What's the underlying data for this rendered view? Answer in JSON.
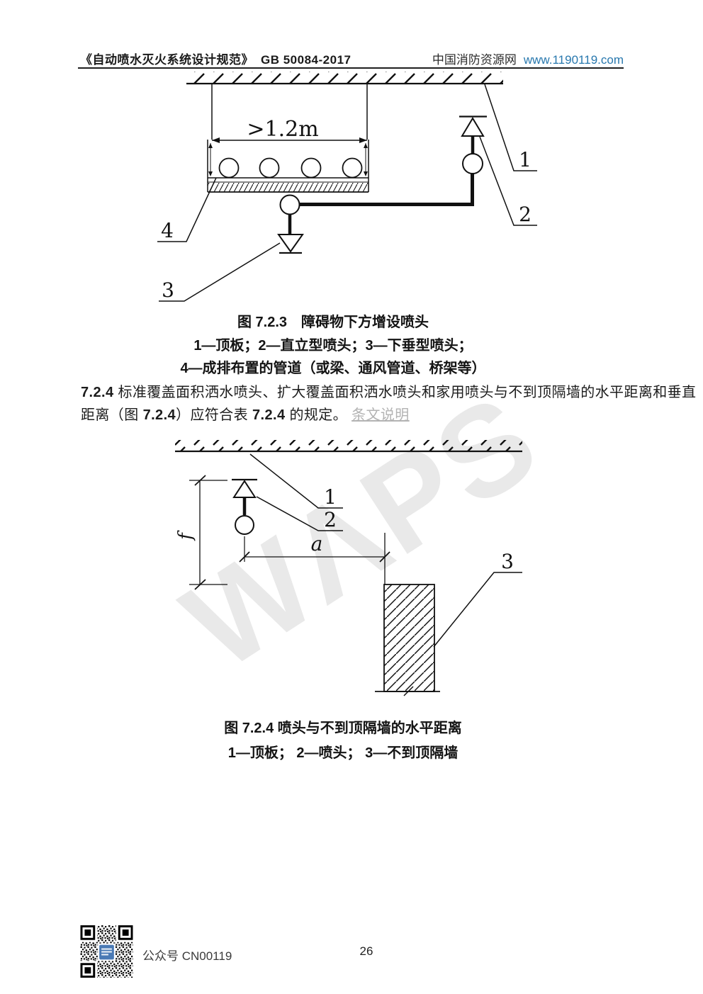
{
  "header": {
    "title_book": "《自动喷水灭火系统设计规范》",
    "title_code": "GB 50084-2017",
    "site_name": "中国消防资源网",
    "site_url": "www.1190119.com",
    "url_color": "#2878ae"
  },
  "watermark": {
    "text": "WΛPS"
  },
  "figure_723": {
    "dim_width": ">1.2m",
    "label_1": "1",
    "label_2": "2",
    "label_3": "3",
    "label_4": "4",
    "caption_title": "图 7.2.3　障碍物下方增设喷头",
    "caption_legend1": "1—顶板；2—直立型喷头；3—下垂型喷头；",
    "caption_legend2": "4—成排布置的管道（或梁、通风管道、桥架等）"
  },
  "clause_724": {
    "number": "7.2.4",
    "text_line1": "标准覆盖面积洒水喷头、扩大覆盖面积洒水喷头和家用喷头与不到顶隔墙的水平距离和垂直",
    "text_line2_a": "距离（图 ",
    "text_line2_fig": "7.2.4",
    "text_line2_b": "）应符合表 ",
    "text_line2_tbl": "7.2.4",
    "text_line2_c": " 的规定。",
    "link_text": "条文说明"
  },
  "figure_724": {
    "dim_a": "a",
    "dim_f": "f",
    "label_1": "1",
    "label_2": "2",
    "label_3": "3",
    "caption_title": "图 7.2.4 喷头与不到顶隔墙的水平距离",
    "caption_legend1": "1—顶板； 2—喷头； 3—不到顶隔墙"
  },
  "footer": {
    "qr_caption": "公众号 CN00119",
    "page_number": "26"
  }
}
